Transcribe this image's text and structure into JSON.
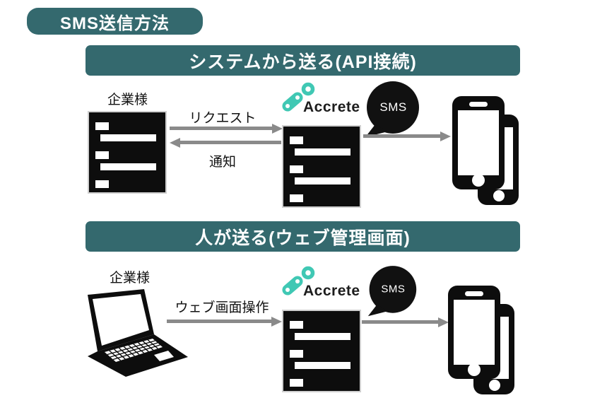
{
  "badge": {
    "label": "SMS送信方法"
  },
  "colors": {
    "header_teal": "#34696e",
    "accrete_teal": "#40c8b4",
    "arrow_gray": "#8a8a8a",
    "icon_black": "#0d0d0d",
    "bubble_black": "#111111"
  },
  "sections": [
    {
      "header": "システムから送る(API接続)",
      "sender_label": "企業様",
      "sender_icon": "server",
      "flow_labels": {
        "request": "リクエスト",
        "notify": "通知"
      },
      "platform": {
        "brand": "Accrete",
        "bubble": "SMS",
        "icon": "server"
      },
      "receiver_icon": "smartphones"
    },
    {
      "header": "人が送る(ウェブ管理画面)",
      "sender_label": "企業様",
      "sender_icon": "laptop",
      "flow_labels": {
        "operate": "ウェブ画面操作"
      },
      "platform": {
        "brand": "Accrete",
        "bubble": "SMS",
        "icon": "server"
      },
      "receiver_icon": "smartphones"
    }
  ]
}
